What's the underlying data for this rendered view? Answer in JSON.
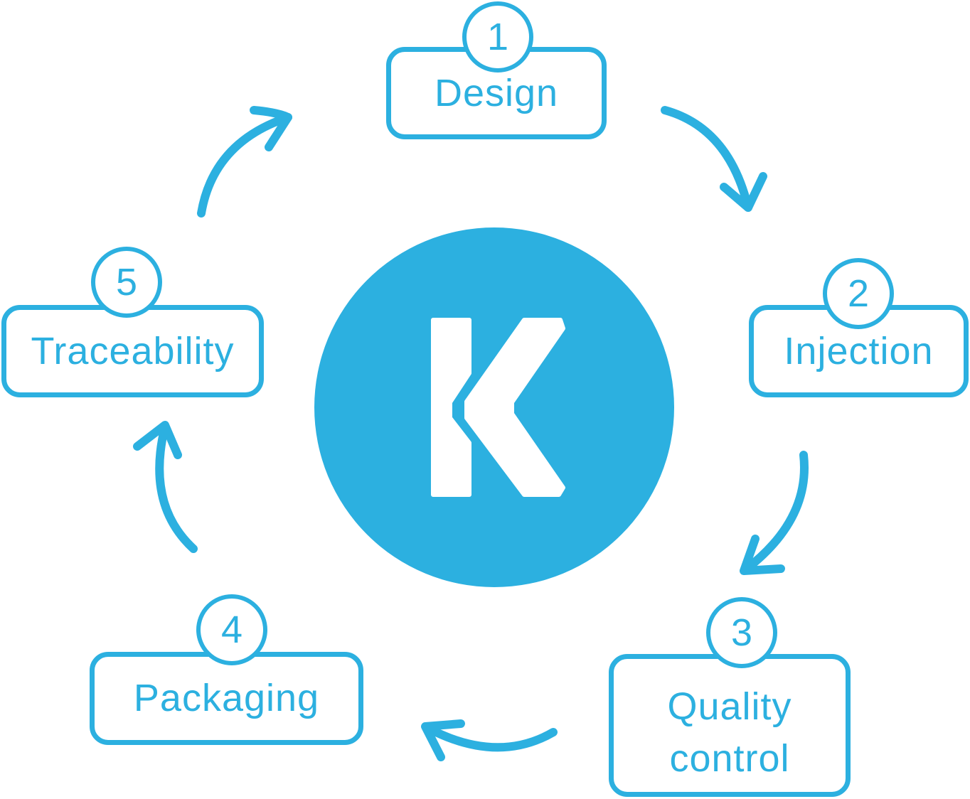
{
  "accent_color": "#2cb0e0",
  "center_logo": {
    "icon": "k-logo",
    "letter": "K"
  },
  "steps": [
    {
      "number": "1",
      "label": "Design"
    },
    {
      "number": "2",
      "label": "Injection"
    },
    {
      "number": "3",
      "label": "Quality control"
    },
    {
      "number": "4",
      "label": "Packaging"
    },
    {
      "number": "5",
      "label": "Traceability"
    }
  ]
}
